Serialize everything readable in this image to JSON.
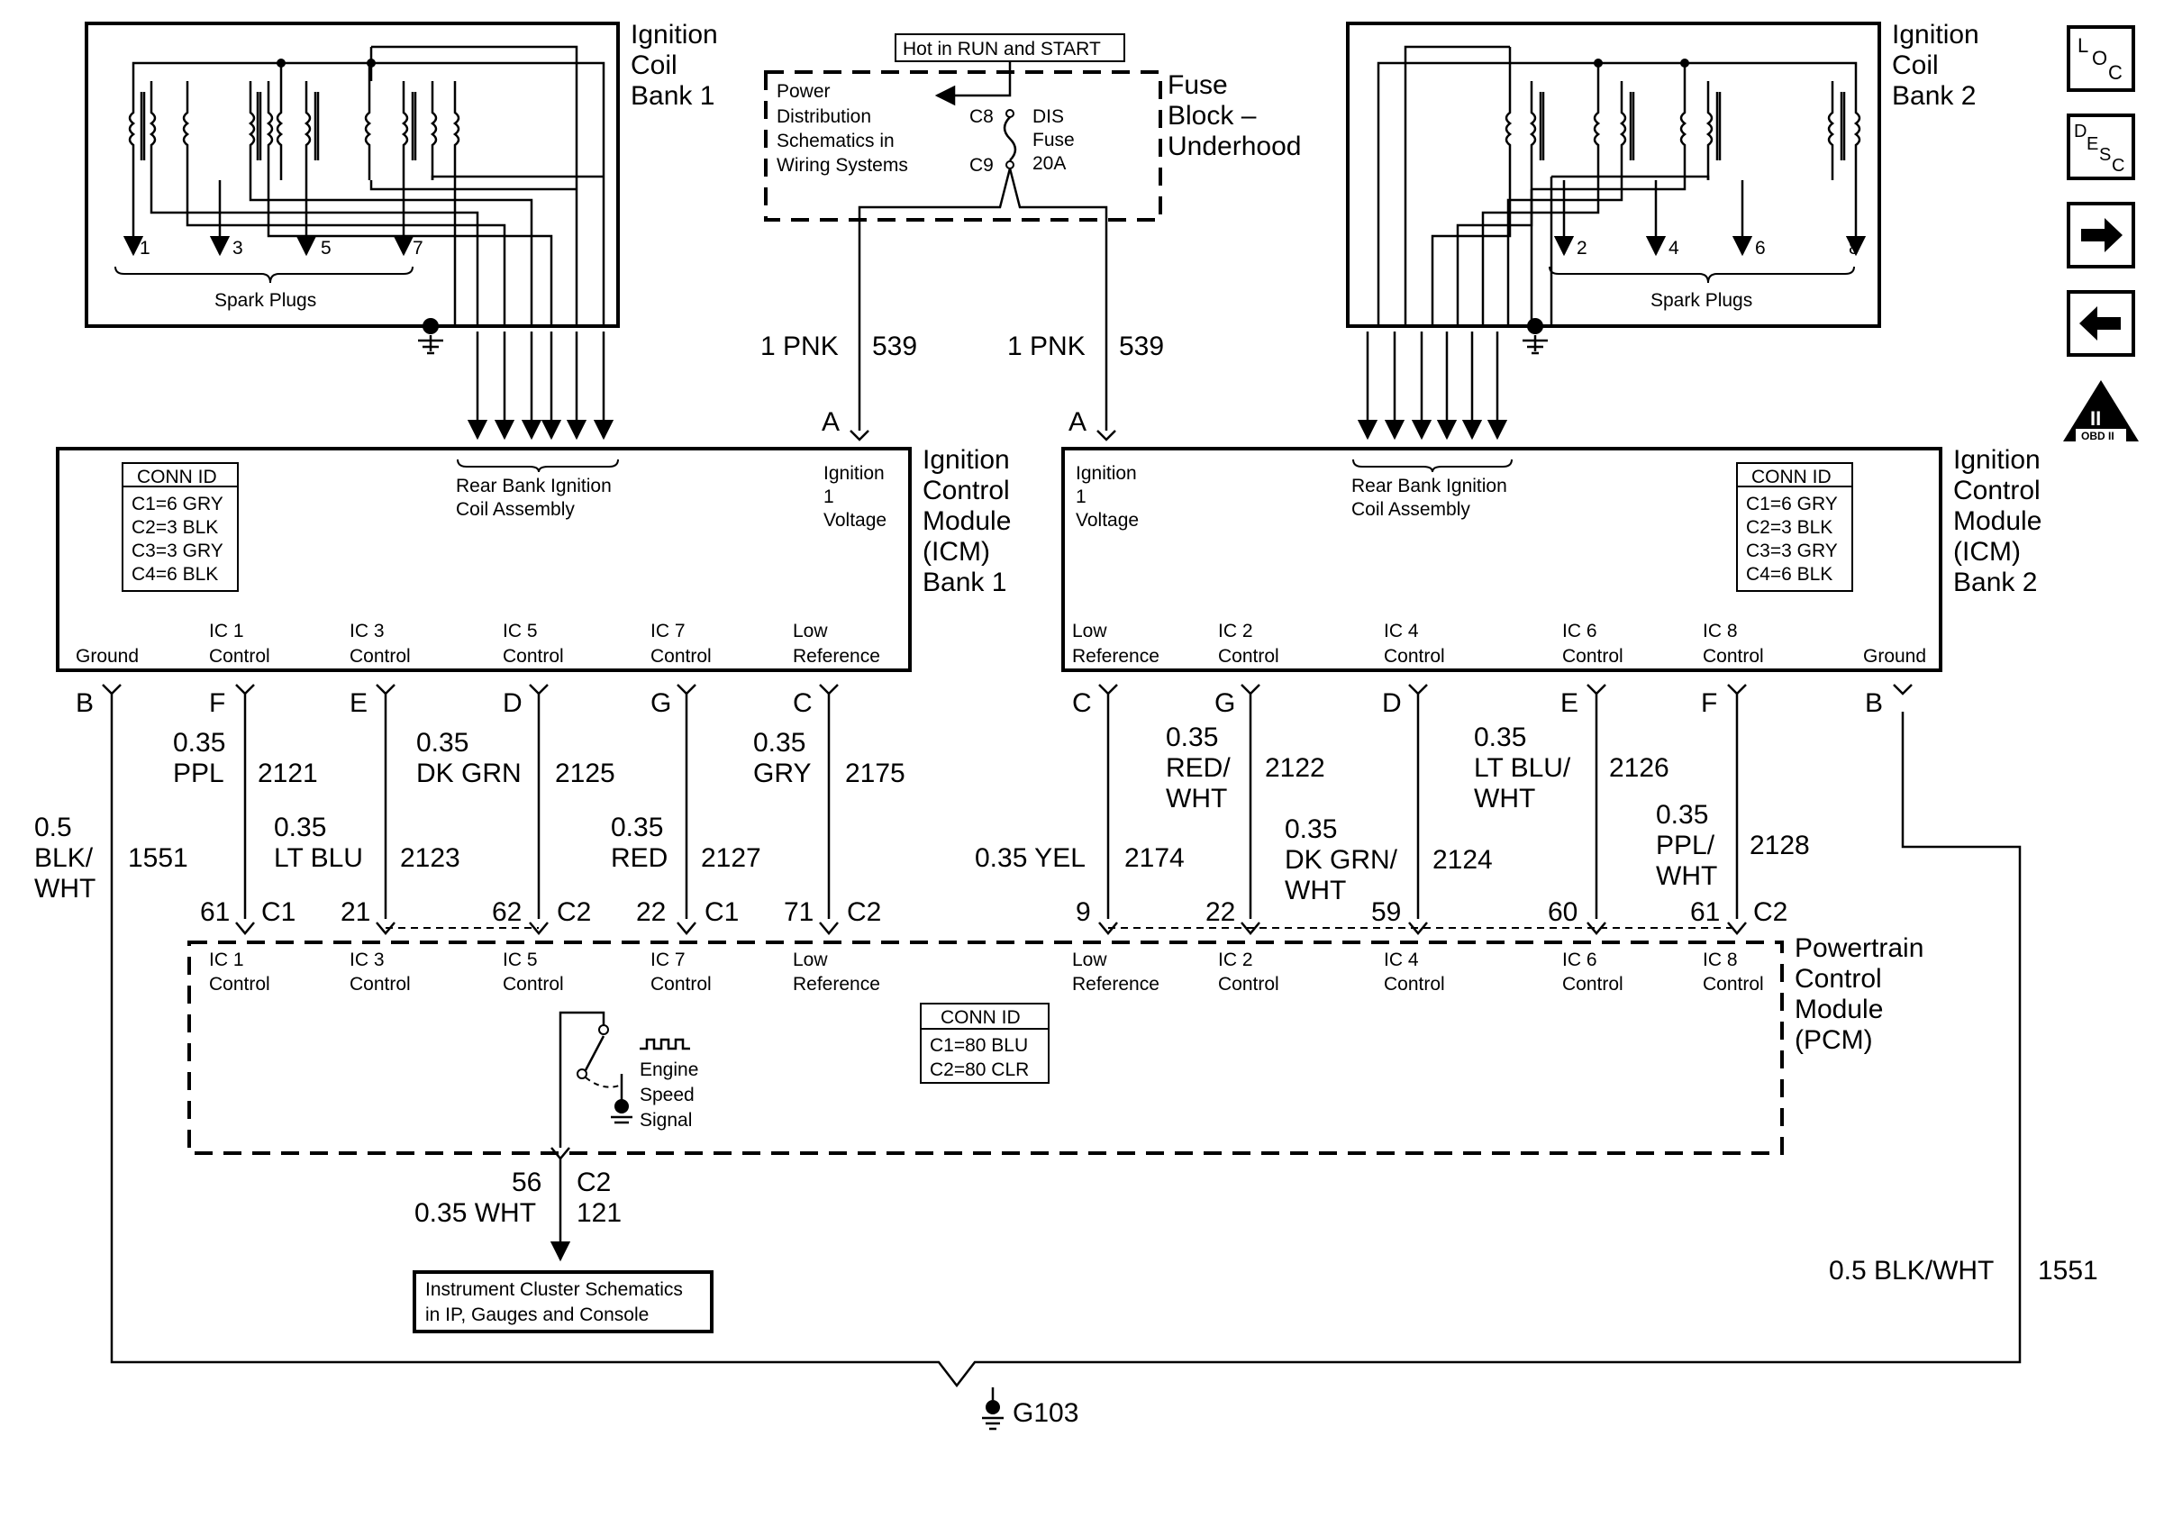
{
  "coil_bank1": {
    "title": [
      "Ignition",
      "Coil",
      "Bank 1"
    ],
    "plugs": [
      "1",
      "3",
      "5",
      "7"
    ],
    "plugs_label": "Spark Plugs"
  },
  "coil_bank2": {
    "title": [
      "Ignition",
      "Coil",
      "Bank 2"
    ],
    "plugs": [
      "2",
      "4",
      "6",
      "8"
    ],
    "plugs_label": "Spark Plugs"
  },
  "fuse_block": {
    "hot_label": "Hot in RUN and START",
    "pds_ref": [
      "Power",
      "Distribution",
      "Schematics in",
      "Wiring Systems"
    ],
    "c8": "C8",
    "c9": "C9",
    "fuse": [
      "DIS",
      "Fuse",
      "20A"
    ],
    "title": [
      "Fuse",
      "Block –",
      "Underhood"
    ]
  },
  "feed_wires": [
    {
      "gauge": "1 PNK",
      "circuit": "539",
      "pin": "A"
    },
    {
      "gauge": "1 PNK",
      "circuit": "539",
      "pin": "A"
    }
  ],
  "icm_bank1": {
    "title": [
      "Ignition",
      "Control",
      "Module",
      "(ICM)",
      "Bank 1"
    ],
    "conn_id": [
      "CONN ID",
      "C1=6 GRY",
      "C2=3 BLK",
      "C3=3 GRY",
      "C4=6 BLK"
    ],
    "rear_coil": [
      "Rear Bank Ignition",
      "Coil Assembly"
    ],
    "ign_voltage": [
      "Ignition",
      "1",
      "Voltage"
    ],
    "terminals": [
      [
        "",
        "Ground"
      ],
      [
        "IC 1",
        "Control"
      ],
      [
        "IC 3",
        "Control"
      ],
      [
        "IC 5",
        "Control"
      ],
      [
        "IC 7",
        "Control"
      ],
      [
        "Low",
        "Reference"
      ]
    ],
    "pins": [
      "B",
      "F",
      "E",
      "D",
      "G",
      "C"
    ]
  },
  "icm_bank2": {
    "title": [
      "Ignition",
      "Control",
      "Module",
      "(ICM)",
      "Bank 2"
    ],
    "conn_id": [
      "CONN ID",
      "C1=6 GRY",
      "C2=3 BLK",
      "C3=3 GRY",
      "C4=6 BLK"
    ],
    "rear_coil": [
      "Rear Bank Ignition",
      "Coil Assembly"
    ],
    "ign_voltage": [
      "Ignition",
      "1",
      "Voltage"
    ],
    "terminals": [
      [
        "Low",
        "Reference"
      ],
      [
        "IC 2",
        "Control"
      ],
      [
        "IC 4",
        "Control"
      ],
      [
        "IC 6",
        "Control"
      ],
      [
        "IC 8",
        "Control"
      ],
      [
        "",
        "Ground"
      ]
    ],
    "pins": [
      "C",
      "G",
      "D",
      "E",
      "F",
      "B"
    ]
  },
  "wires_bank1": [
    {
      "label": [
        "0.5",
        "BLK/",
        "WHT"
      ],
      "circuit": "1551"
    },
    {
      "label": [
        "0.35",
        "PPL"
      ],
      "circuit": "2121",
      "pcm_pin": "61",
      "pcm_conn": "C1"
    },
    {
      "label": [
        "0.35",
        "LT BLU"
      ],
      "circuit": "2123",
      "pcm_pin": "21"
    },
    {
      "label": [
        "0.35",
        "DK GRN"
      ],
      "circuit": "2125",
      "pcm_pin": "62",
      "pcm_conn": "C2"
    },
    {
      "label": [
        "0.35",
        "RED"
      ],
      "circuit": "2127",
      "pcm_pin": "22",
      "pcm_conn": "C1"
    },
    {
      "label": [
        "0.35",
        "GRY"
      ],
      "circuit": "2175",
      "pcm_pin": "71",
      "pcm_conn": "C2"
    }
  ],
  "wires_bank2": [
    {
      "label": [
        "0.35 YEL"
      ],
      "circuit": "2174",
      "pcm_pin": "9"
    },
    {
      "label": [
        "0.35",
        "RED/",
        "WHT"
      ],
      "circuit": "2122",
      "pcm_pin": "22"
    },
    {
      "label": [
        "0.35",
        "DK GRN/",
        "WHT"
      ],
      "circuit": "2124",
      "pcm_pin": "59"
    },
    {
      "label": [
        "0.35",
        "LT BLU/",
        "WHT"
      ],
      "circuit": "2126",
      "pcm_pin": "60"
    },
    {
      "label": [
        "0.35",
        "PPL/",
        "WHT"
      ],
      "circuit": "2128",
      "pcm_pin": "61",
      "pcm_conn": "C2"
    },
    {
      "label": [
        "0.5 BLK/WHT"
      ],
      "circuit": "1551"
    }
  ],
  "pcm": {
    "title": [
      "Powertrain",
      "Control",
      "Module",
      "(PCM)"
    ],
    "terminals": [
      [
        "IC 1",
        "Control"
      ],
      [
        "IC 3",
        "Control"
      ],
      [
        "IC 5",
        "Control"
      ],
      [
        "IC 7",
        "Control"
      ],
      [
        "Low",
        "Reference"
      ],
      [
        "Low",
        "Reference"
      ],
      [
        "IC 2",
        "Control"
      ],
      [
        "IC 4",
        "Control"
      ],
      [
        "IC 6",
        "Control"
      ],
      [
        "IC 8",
        "Control"
      ]
    ],
    "conn_id": [
      "CONN ID",
      "C1=80 BLU",
      "C2=80 CLR"
    ],
    "speed_signal": [
      "Engine",
      "Speed",
      "Signal"
    ],
    "out_pin": "56",
    "out_conn": "C2",
    "out_wire": "0.35 WHT",
    "out_circuit": "121"
  },
  "cluster_ref": [
    "Instrument Cluster Schematics",
    "in IP, Gauges and Console"
  ],
  "ground": "G103",
  "side_nav": {
    "loc": [
      "L",
      "O",
      "C"
    ],
    "desc": [
      "D",
      "E",
      "S",
      "C"
    ],
    "next": "→",
    "prev": "←",
    "obd": [
      "II",
      "OBD II"
    ]
  }
}
